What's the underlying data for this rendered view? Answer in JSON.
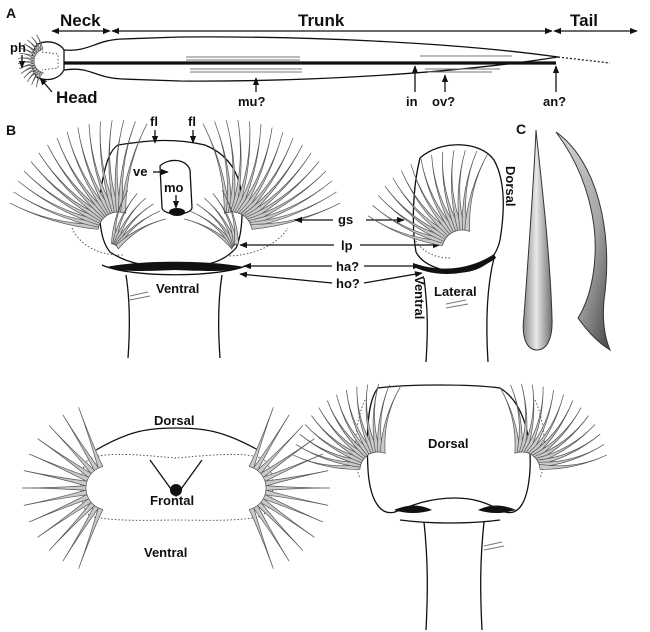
{
  "panels": {
    "a": "A",
    "b": "B",
    "c": "C"
  },
  "panel_a": {
    "regions": {
      "neck": "Neck",
      "trunk": "Trunk",
      "tail": "Tail"
    },
    "head": "Head",
    "ph": "ph",
    "mu": "mu?",
    "in": "in",
    "ov": "ov?",
    "an": "an?"
  },
  "panel_b": {
    "fl_left": "fl",
    "fl_right": "fl",
    "ve": "ve",
    "mo": "mo",
    "gs": "gs",
    "lp": "lp",
    "ha": "ha?",
    "ho": "ho?",
    "ventral": "Ventral",
    "lateral_view": {
      "dorsal": "Dorsal",
      "ventral": "Ventral",
      "lateral": "Lateral"
    },
    "frontal_view": {
      "dorsal": "Dorsal",
      "frontal": "Frontal",
      "ventral": "Ventral"
    },
    "dorsal_view": {
      "dorsal": "Dorsal"
    }
  },
  "colors": {
    "line": "#111111",
    "spine_fill": "#c9c9c9",
    "spine_edge": "#555555"
  }
}
